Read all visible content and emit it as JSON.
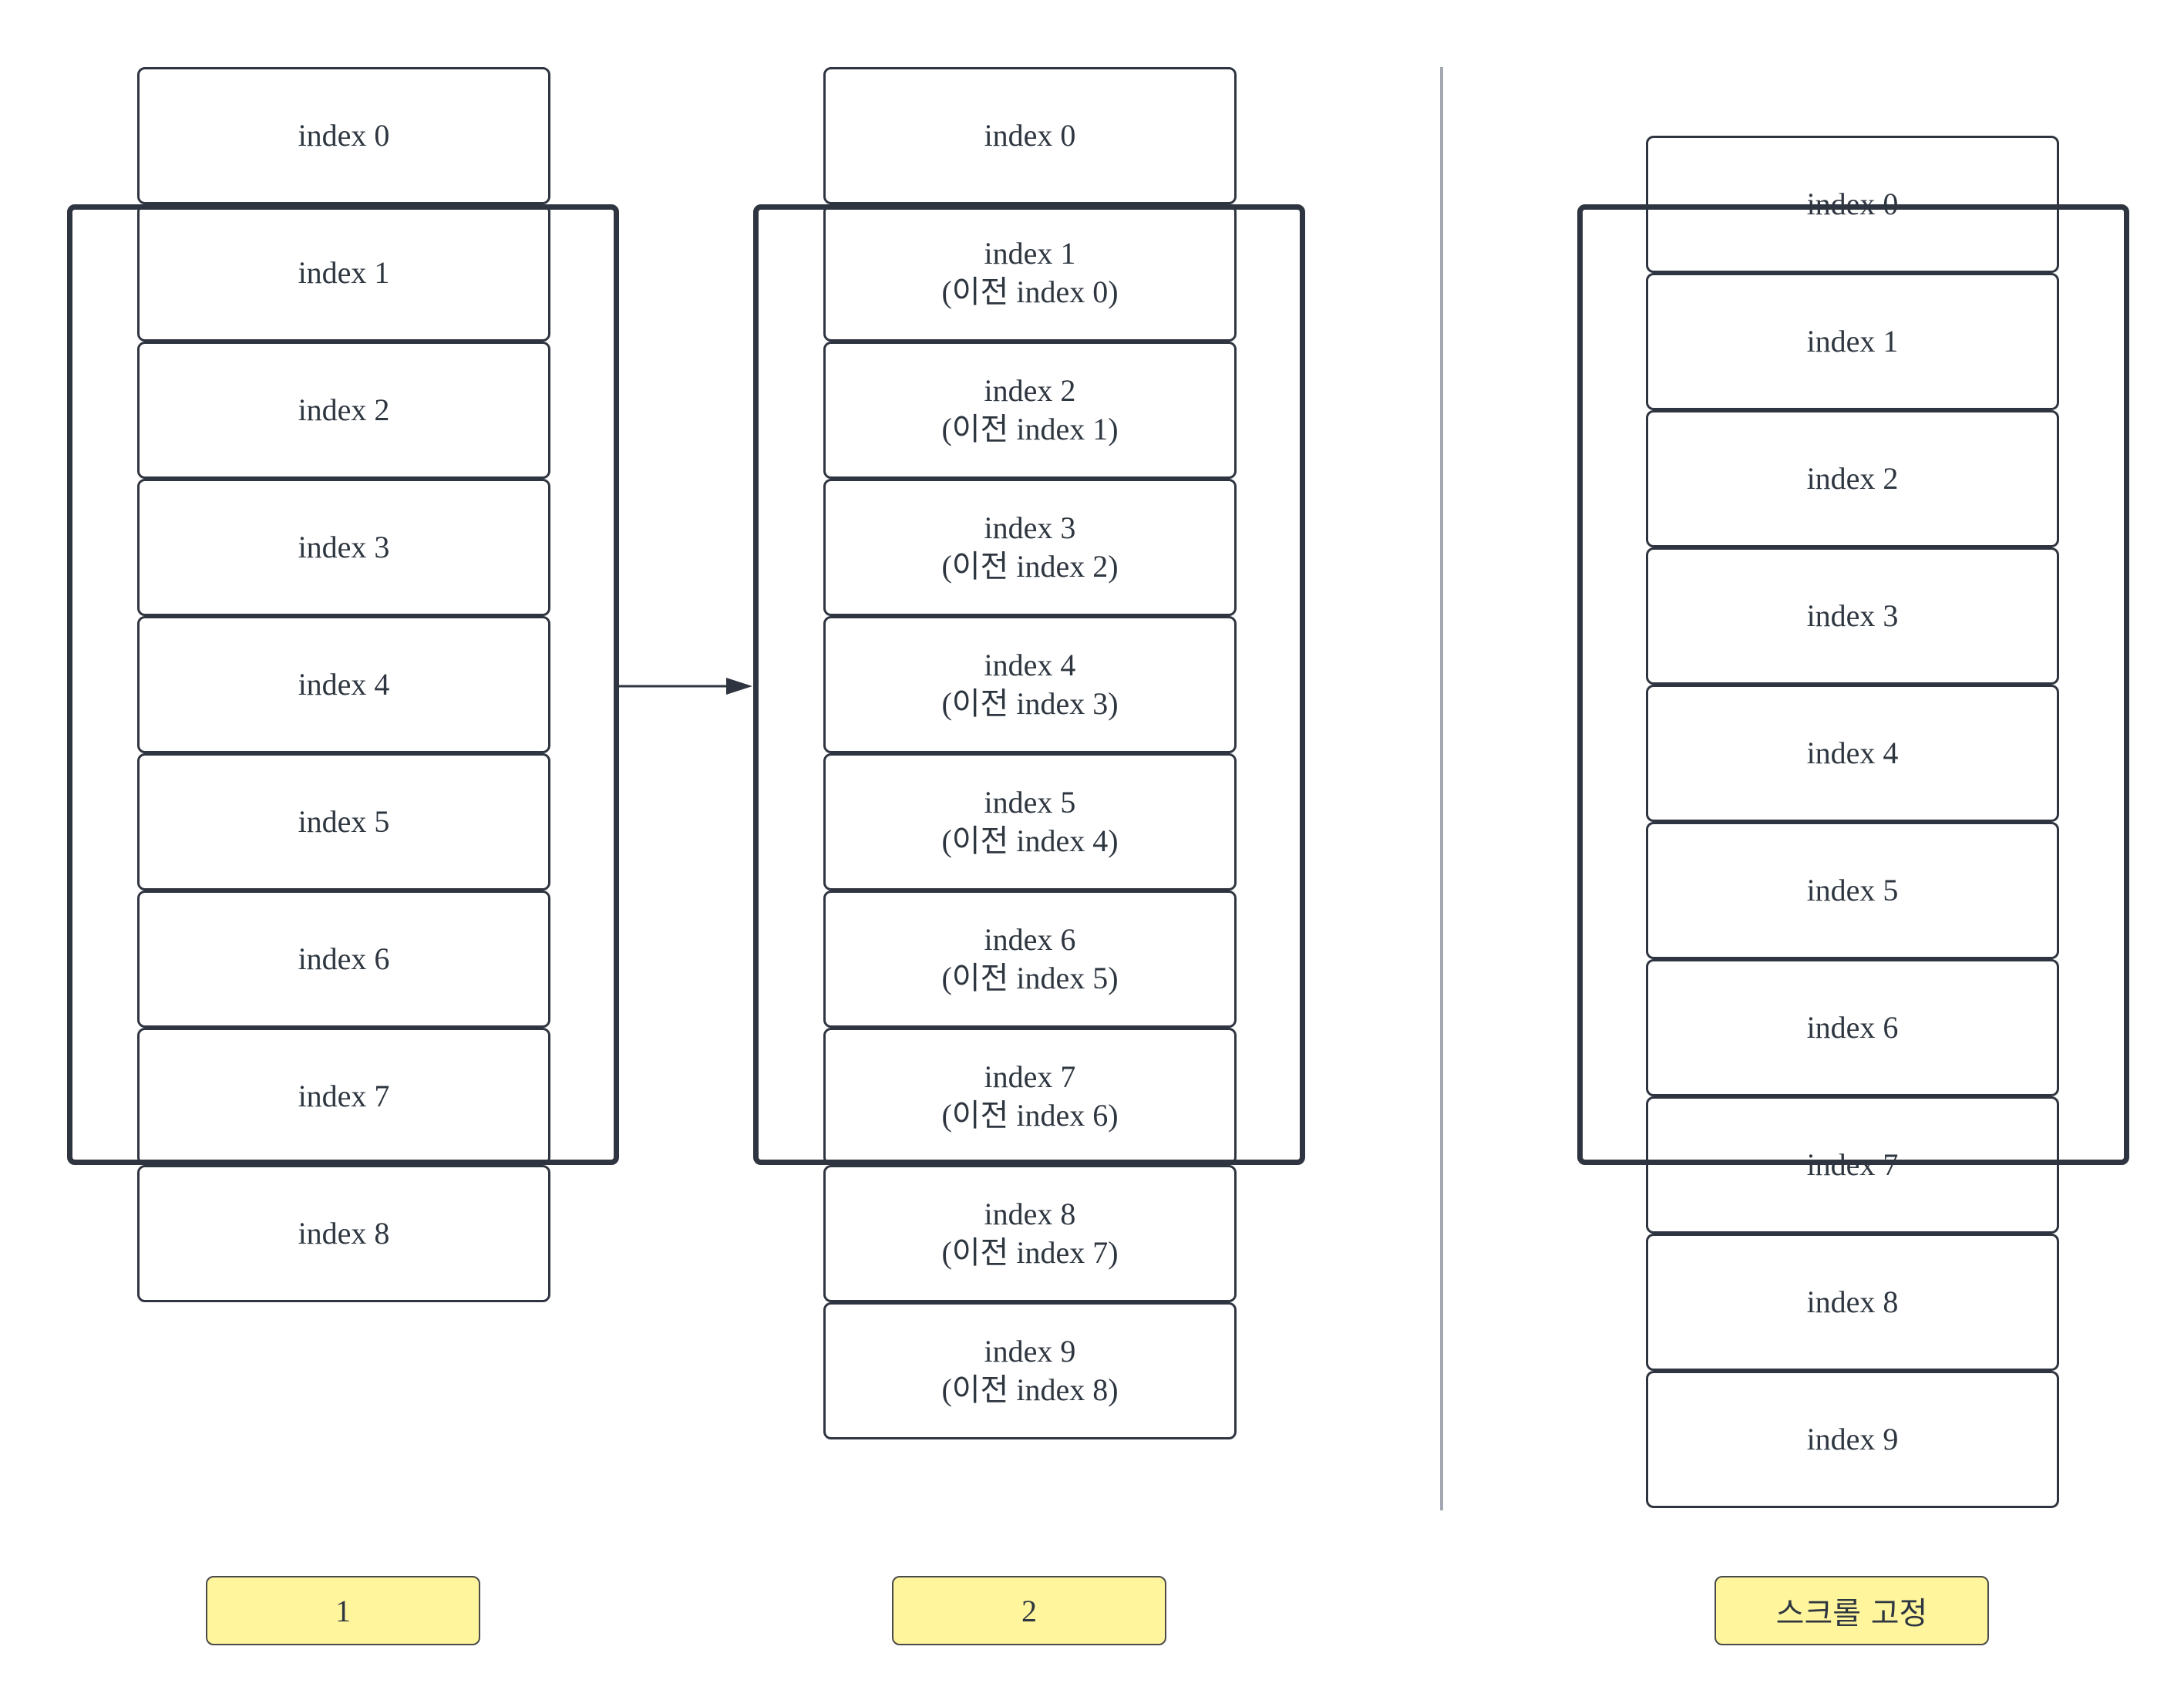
{
  "column1": {
    "cells": [
      "index 0",
      "index 1",
      "index 2",
      "index 3",
      "index 4",
      "index 5",
      "index 6",
      "index 7",
      "index 8"
    ],
    "label": "1"
  },
  "column2": {
    "cells": [
      {
        "line1": "index 0",
        "line2": ""
      },
      {
        "line1": "index 1",
        "line2": "(이전 index 0)"
      },
      {
        "line1": "index 2",
        "line2": "(이전 index 1)"
      },
      {
        "line1": "index 3",
        "line2": "(이전 index 2)"
      },
      {
        "line1": "index 4",
        "line2": "(이전 index 3)"
      },
      {
        "line1": "index 5",
        "line2": "(이전 index 4)"
      },
      {
        "line1": "index 6",
        "line2": "(이전 index 5)"
      },
      {
        "line1": "index 7",
        "line2": "(이전 index 6)"
      },
      {
        "line1": "index 8",
        "line2": "(이전 index 7)"
      },
      {
        "line1": "index 9",
        "line2": "(이전 index 8)"
      }
    ],
    "label": "2"
  },
  "column3": {
    "cells": [
      "index 0",
      "index 1",
      "index 2",
      "index 3",
      "index 4",
      "index 5",
      "index 6",
      "index 7",
      "index 8",
      "index 9"
    ],
    "label": "스크롤 고정"
  },
  "colors": {
    "border": "#2f3540",
    "label_fill": "#fff59d",
    "divider": "#a3a8b2"
  }
}
